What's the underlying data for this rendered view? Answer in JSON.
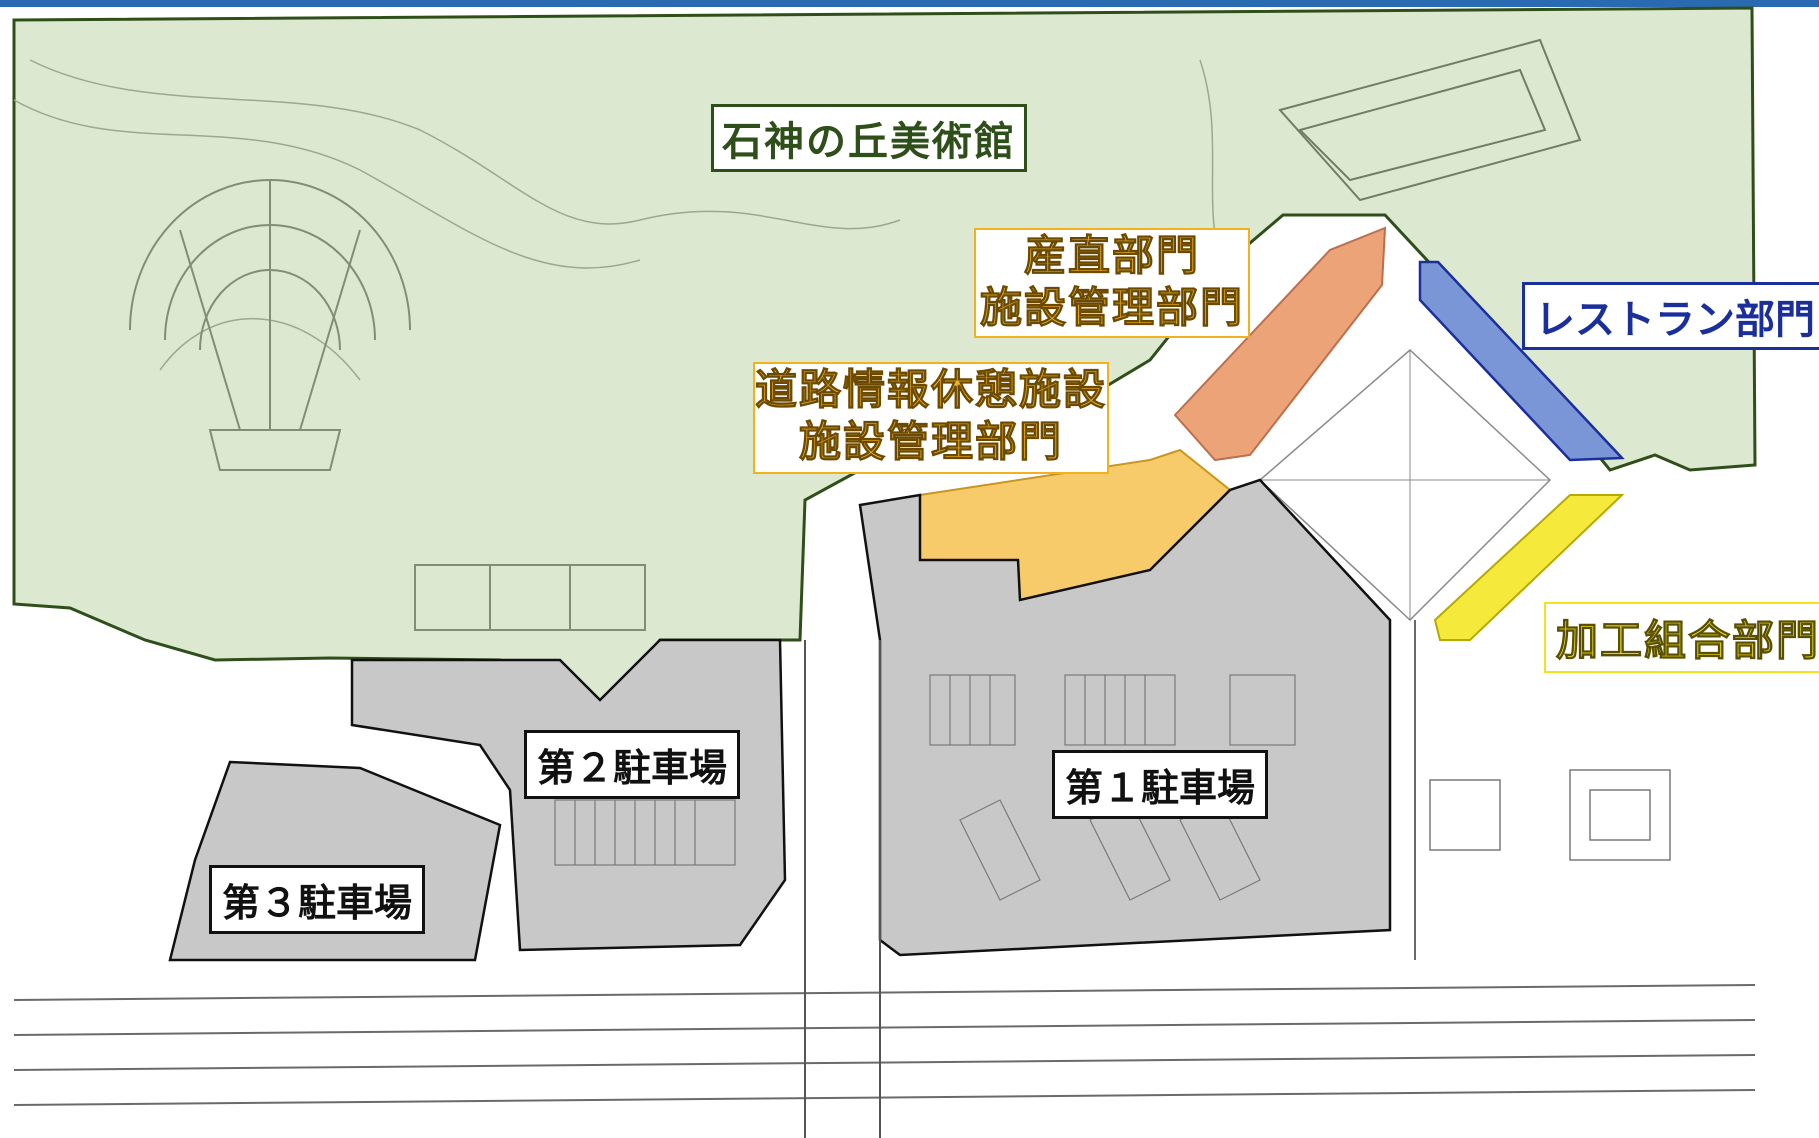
{
  "labels": {
    "museum": "石神の丘美術館",
    "sancho_line1": "産直部門",
    "sancho_line2": "施設管理部門",
    "road_line1": "道路情報休憩施設",
    "road_line2": "施設管理部門",
    "restaurant": "レストラン部門",
    "kako": "加工組合部門",
    "parking1": "第１駐車場",
    "parking2": "第２駐車場",
    "parking3": "第３駐車場"
  },
  "colors": {
    "museum_area": "#dce8cf",
    "museum_border": "#2f4f1a",
    "parking_area": "#c8c8c8",
    "sancho_area": "#ec9a6a",
    "road_area": "#f8cb6a",
    "restaurant_area": "#7a96d6",
    "kako_area": "#f5ea3c",
    "line": "#8a8a8a"
  }
}
